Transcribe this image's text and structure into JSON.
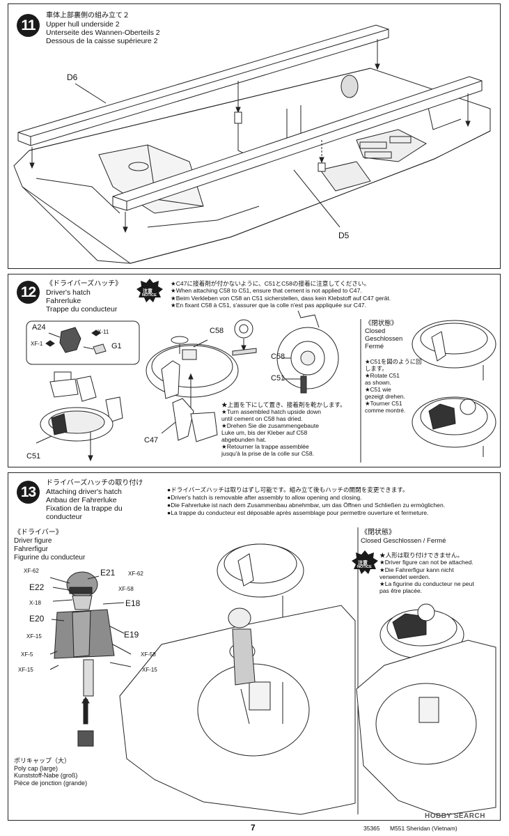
{
  "step11": {
    "number": "11",
    "title_jp": "車体上部裏側の組み立て２",
    "title_en": "Upper hull underside 2",
    "title_de": "Unterseite des Wannen-Oberteils 2",
    "title_fr": "Dessous de la caisse supérieure 2",
    "labels": {
      "d6": "D6",
      "d5": "D5"
    }
  },
  "step12": {
    "number": "12",
    "title_jp": "《ドライバーズハッチ》",
    "title_en": "Driver's hatch",
    "title_de": "Fahrerluke",
    "title_fr": "Trappe du conducteur",
    "notice_label": "注意",
    "notice_word": "NOTICE",
    "notice_lines": [
      "★C47に接着剤が付かないように、C51とC58の接着に注意してください。",
      "★When attaching C58 to C51, ensure that cement is not applied to C47.",
      "★Beim Verkleben von C58 an C51 sicherstellen, dass kein Klebstoff auf C47 gerät.",
      "★En fixant C58 à C51, s'assurer que la colle n'est pas appliquée sur C47."
    ],
    "parts": {
      "a24": "A24",
      "x11": "X-11",
      "xf1": "XF-1",
      "g1": "G1",
      "c51_left": "C51",
      "c58_top": "C58",
      "c47": "C47",
      "c58_detail": "C58",
      "c51_detail": "C51"
    },
    "upside_down_lines": [
      "★上面を下にして置き、接着剤を乾かします。",
      "★Turn assembled hatch upside down",
      "until cement on C58 has dried.",
      "★Drehen Sie die zusammengebaute",
      "Luke um, bis der Kleber auf C58",
      "abgebunden hat.",
      "★Retourner la trappe assemblée",
      "jusqu'à la prise de la colle sur C58."
    ],
    "closed_heading_jp": "《閉状態》",
    "closed_heading_lines": [
      "Closed",
      "Geschlossen",
      "Fermé"
    ],
    "rotate_lines": [
      "★C51を図のように回します。",
      "★Rotate C51",
      "as shown.",
      "★C51 wie",
      "gezeigt drehen.",
      "★Tourner C51",
      "comme montré."
    ]
  },
  "step13": {
    "number": "13",
    "title_jp": "ドライバーズハッチの取り付け",
    "title_en": "Attaching driver's hatch",
    "title_de": "Anbau der Fahrerluke",
    "title_fr_1": "Fixation de la trappe du",
    "title_fr_2": "conducteur",
    "info_lines": [
      "●ドライバーズハッチは取りはずし可能です。組み立て後もハッチの開閉を変更できます。",
      "●Driver's hatch is removable after assembly to allow opening and closing.",
      "●Die Fahrerluke ist nach dem Zusammenbau abnehmbar, um das Öffnen und Schließen zu ermöglichen.",
      "●La trappe du conducteur est déposable après assemblage pour permettre ouverture et fermeture."
    ],
    "driver_heading_jp": "《ドライバー》",
    "driver_heading_lines": [
      "Driver figure",
      "Fahrerfigur",
      "Figurine du conducteur"
    ],
    "figure_parts": {
      "xf62_l": "XF-62",
      "e21": "E21",
      "xf62_r": "XF-62",
      "e22": "E22",
      "xf58_top": "XF-58",
      "x18": "X-18",
      "e18": "E18",
      "e20": "E20",
      "xf15_l": "XF-15",
      "e19": "E19",
      "xf5": "XF-5",
      "xf58_mid": "XF-58",
      "xf15_bl": "XF-15",
      "xf15_br": "XF-15"
    },
    "polycap_lines": [
      "ポリキャップ（大）",
      "Poly cap (large)",
      "Kunststoff-Nabe (groß)",
      "Pièce de jonction (grande)"
    ],
    "closed_heading_jp": "《閉状態》",
    "closed_heading_en": "Closed",
    "closed_heading_rest": "Geschlossen / Fermé",
    "notice_label": "注意",
    "notice_word": "NOTICE",
    "notice_lines": [
      "★人形は取り付けできません。",
      "★Driver figure can not be attached.",
      "★Die Fahrerfigur kann nicht",
      "verwendet werden.",
      "★La figurine du conducteur ne peut",
      "pas être placée."
    ]
  },
  "footer": {
    "page_number": "7",
    "code": "35365",
    "model": "M551 Sheridan (Vietnam)",
    "watermark": "HOBBY SEARCH"
  }
}
